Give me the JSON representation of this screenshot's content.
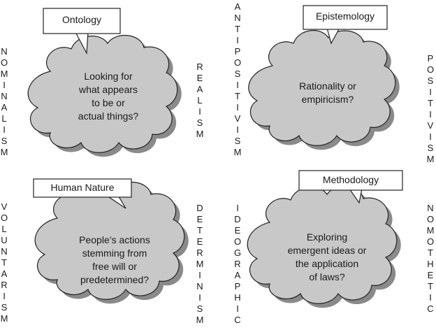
{
  "quadrants": [
    {
      "key": "ontology",
      "callout": "Ontology",
      "cloud_lines": [
        "Looking for",
        "what appears",
        "to be or",
        "actual things?"
      ],
      "left_word": "NOMINALISM",
      "right_word": "REALISM"
    },
    {
      "key": "epistemology",
      "callout": "Epistemology",
      "cloud_lines": [
        "Rationality or",
        "empiricism?"
      ],
      "left_word": "ANTIPOSITIVISM",
      "right_word": "POSITIVISM"
    },
    {
      "key": "human-nature",
      "callout": "Human Nature",
      "cloud_lines": [
        "People’s actions",
        "stemming from",
        "free will or",
        "predetermined?"
      ],
      "left_word": "VOLUNTARISM",
      "right_word": "DETERMINISM"
    },
    {
      "key": "methodology",
      "callout": "Methodology",
      "cloud_lines": [
        "Exploring",
        "emergent ideas or",
        "the application",
        "of laws?"
      ],
      "left_word": "IDEOGRAPHIC",
      "right_word": "NOMOTHETIC"
    }
  ],
  "colors": {
    "cloud_fill": "#c8c8c8",
    "cloud_shadow": "#8a8a8a",
    "outline": "#222222",
    "callout_fill": "#ffffff"
  }
}
